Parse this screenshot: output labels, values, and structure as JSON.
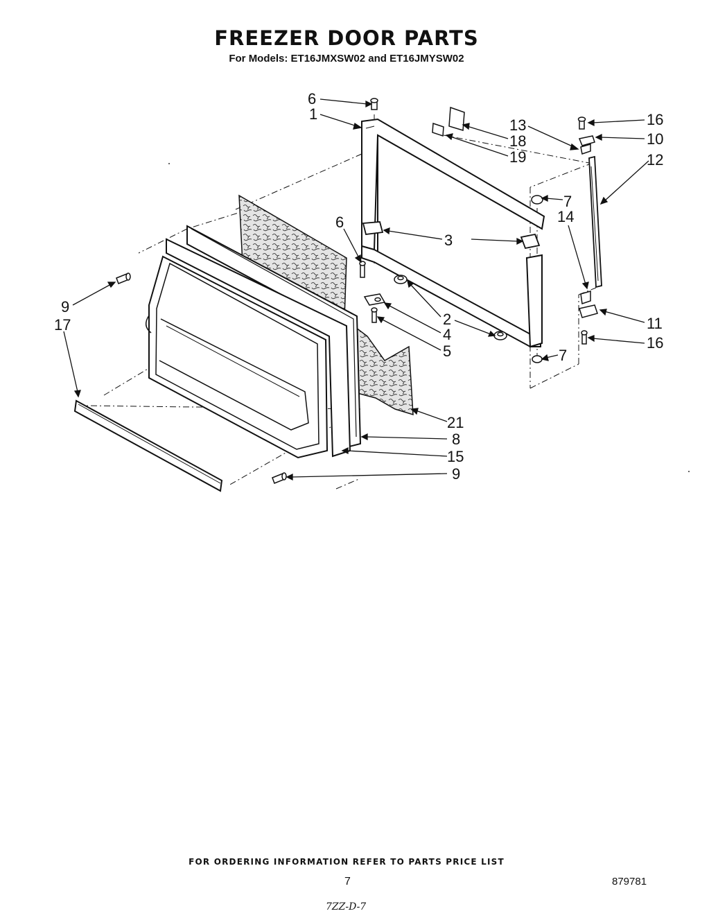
{
  "header": {
    "title": "FREEZER DOOR PARTS",
    "subtitle": "For Models: ET16JMXSW02 and ET16JMYSW02"
  },
  "callouts": {
    "c1": "1",
    "c2": "2",
    "c3": "3",
    "c4": "4",
    "c5": "5",
    "c6a": "6",
    "c6b": "6",
    "c7a": "7",
    "c7b": "7",
    "c8": "8",
    "c9a": "9",
    "c9b": "9",
    "c10": "10",
    "c11": "11",
    "c12": "12",
    "c13": "13",
    "c14": "14",
    "c15": "15",
    "c16a": "16",
    "c16b": "16",
    "c17": "17",
    "c18": "18",
    "c19": "19",
    "c21": "21"
  },
  "footer": {
    "ordering_note": "FOR ORDERING INFORMATION REFER TO PARTS PRICE LIST",
    "page_number": "7",
    "document_number": "879781",
    "handwritten_note": "7ZZ-D-7"
  }
}
